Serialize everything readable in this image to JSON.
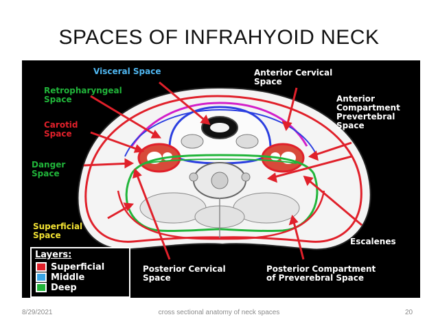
{
  "slide": {
    "title": "SPACES OF INFRAHYOID NECK"
  },
  "labels": {
    "visceral": "Visceral Space",
    "anterior_cervical": "Anterior Cervical\nSpace",
    "retropharyngeal": "Retropharyngeal\nSpace",
    "anterior_compartment": "Anterior\nCompartment\nPrevertebral\nSpace",
    "carotid": "Carotid\nSpace",
    "danger": "Danger\nSpace",
    "superficial": "Superficial\nSpace",
    "escalenes": "Escalenes",
    "posterior_cervical": "Posterior Cervical\nSpace",
    "posterior_compartment": "Posterior Compartment\nof Preverebral Space"
  },
  "legend": {
    "title": "Layers:",
    "items": [
      {
        "label": "Superficial",
        "color": "#e0202a"
      },
      {
        "label": "Middle",
        "color": "#3aa6e6"
      },
      {
        "label": "Deep",
        "color": "#21b53a"
      }
    ]
  },
  "colors": {
    "superficial_layer": "#e0202a",
    "middle_layer": "#2b3fe0",
    "deep_layer": "#21b53a",
    "retropharyngeal": "#d21fc9",
    "label_white": "#ffffff",
    "label_yellow": "#f2e233",
    "label_red": "#e0202a",
    "label_green": "#21b53a",
    "label_blue": "#4fb6f0"
  },
  "footer": {
    "date": "8/29/2021",
    "center_text": "cross sectional anatomy of neck spaces",
    "page_number": "20"
  }
}
